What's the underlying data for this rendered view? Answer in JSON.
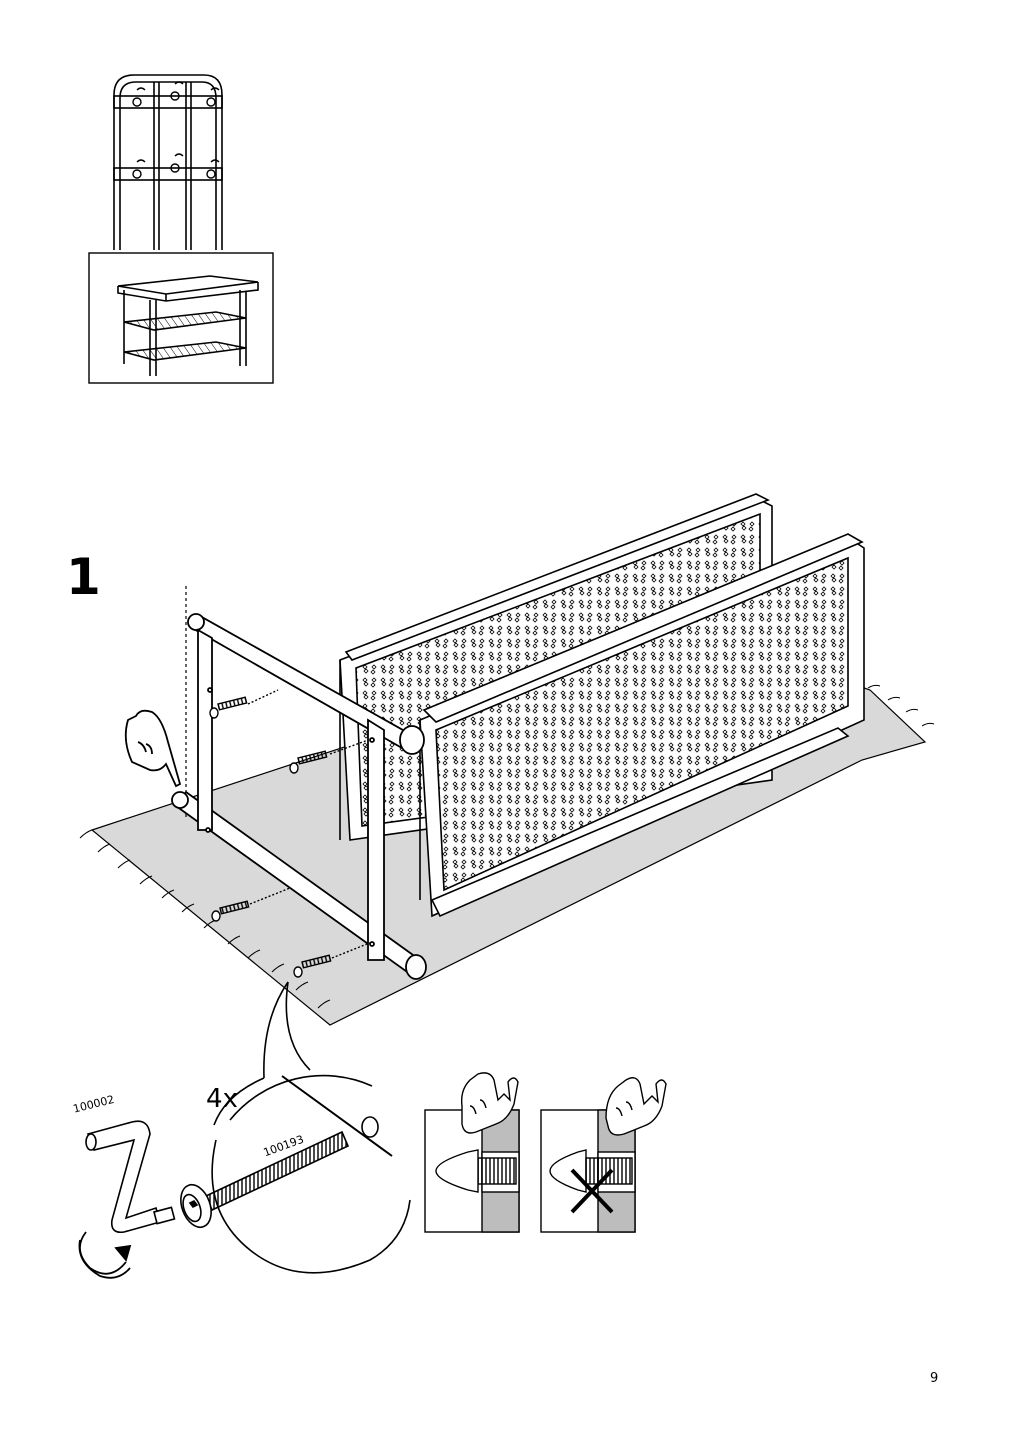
{
  "step": {
    "number": "1"
  },
  "fastener": {
    "quantity": "4x"
  },
  "parts": {
    "allen_key": "100002",
    "bolt": "100193"
  },
  "footer": {
    "page_number": "9"
  },
  "icons": {
    "overview": "coat-rack-bench-icon",
    "hand_pointer": "pointing-hand-icon",
    "allen_key": "allen-key-icon",
    "rotate": "rotate-arrow-icon",
    "correct": "correct-flush-bolt-icon",
    "incorrect": "incorrect-gap-bolt-icon"
  },
  "colors": {
    "line": "#000000",
    "floor": "#d9d9d9",
    "wall": "#bdbdbd",
    "paper": "#ffffff"
  }
}
